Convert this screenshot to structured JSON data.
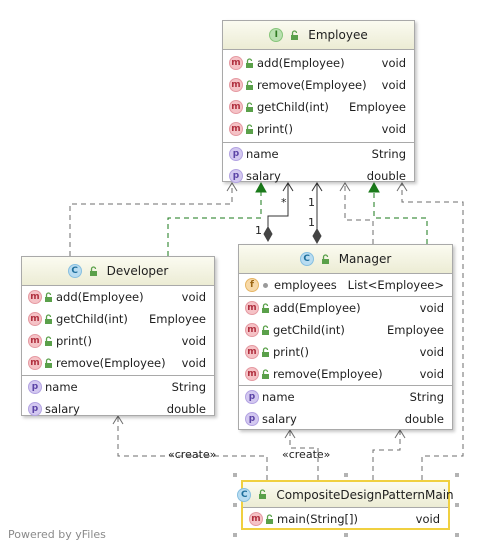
{
  "classes": {
    "employee": {
      "name": "Employee",
      "kind": "interface",
      "kind_letter": "I",
      "methods": [
        {
          "name": "add(Employee)",
          "type": "void"
        },
        {
          "name": "remove(Employee)",
          "type": "void"
        },
        {
          "name": "getChild(int)",
          "type": "Employee"
        },
        {
          "name": "print()",
          "type": "void"
        }
      ],
      "properties": [
        {
          "name": "name",
          "type": "String"
        },
        {
          "name": "salary",
          "type": "double"
        }
      ]
    },
    "developer": {
      "name": "Developer",
      "kind": "class",
      "kind_letter": "C",
      "methods": [
        {
          "name": "add(Employee)",
          "type": "void"
        },
        {
          "name": "getChild(int)",
          "type": "Employee"
        },
        {
          "name": "print()",
          "type": "void"
        },
        {
          "name": "remove(Employee)",
          "type": "void"
        }
      ],
      "properties": [
        {
          "name": "name",
          "type": "String"
        },
        {
          "name": "salary",
          "type": "double"
        }
      ]
    },
    "manager": {
      "name": "Manager",
      "kind": "class",
      "kind_letter": "C",
      "fields": [
        {
          "name": "employees",
          "type": "List<Employee>"
        }
      ],
      "methods": [
        {
          "name": "add(Employee)",
          "type": "void"
        },
        {
          "name": "getChild(int)",
          "type": "Employee"
        },
        {
          "name": "print()",
          "type": "void"
        },
        {
          "name": "remove(Employee)",
          "type": "void"
        }
      ],
      "properties": [
        {
          "name": "name",
          "type": "String"
        },
        {
          "name": "salary",
          "type": "double"
        }
      ]
    },
    "main": {
      "name": "CompositeDesignPatternMain",
      "kind": "class",
      "kind_letter": "C",
      "methods": [
        {
          "name": "main(String[])",
          "type": "void"
        }
      ]
    }
  },
  "badges": {
    "method": "m",
    "property": "p",
    "field": "f"
  },
  "edge_labels": {
    "many": "*",
    "one_a": "1",
    "one_b": "1",
    "one_c": "1",
    "create_developer": "«create»",
    "create_manager": "«create»"
  },
  "colors": {
    "implements": "#1a7a1a",
    "dependency": "#6d6d6d",
    "selection": "#f0d040"
  },
  "watermark": "Powered by yFiles"
}
